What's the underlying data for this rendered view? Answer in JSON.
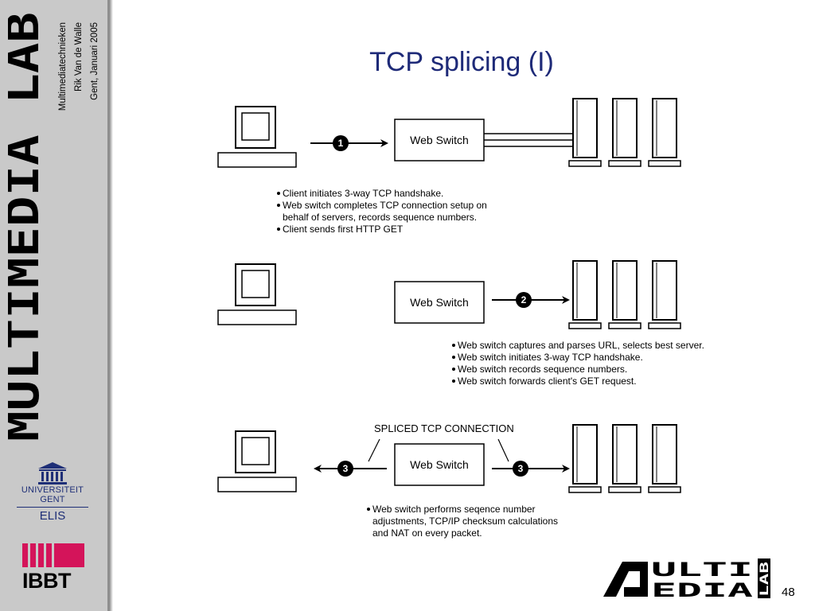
{
  "sidebar": {
    "vertical_logo_text": "MULTIMEDIA LAB",
    "course": "Multimediatechnieken",
    "author": "Rik Van de Walle",
    "date": "Gent, Januari 2005",
    "ugent_line1": "UNIVERSITEIT",
    "ugent_line2": "GENT",
    "elis": "ELIS",
    "ibbt": "IBBT",
    "ibbt_color": "#d4145a"
  },
  "slide": {
    "title": "TCP splicing (I)",
    "page_number": "48",
    "title_color": "#1e2a78"
  },
  "diagram": {
    "step1": {
      "switch_label": "Web Switch",
      "marker": "1",
      "bullets": [
        "Client initiates 3-way TCP handshake.",
        "Web switch completes TCP connection setup on",
        "behalf of servers, records sequence numbers.",
        "Client sends first HTTP GET"
      ]
    },
    "step2": {
      "switch_label": "Web Switch",
      "marker": "2",
      "bullets": [
        "Web switch captures and parses URL, selects best server.",
        "Web switch initiates 3-way TCP handshake.",
        "Web switch records sequence numbers.",
        "Web switch forwards client's GET request."
      ]
    },
    "step3": {
      "switch_label": "Web Switch",
      "marker": "3",
      "spliced_label": "SPLICED TCP CONNECTION",
      "bullets": [
        "Web switch performs seqence number",
        "adjustments, TCP/IP checksum calculations",
        "and NAT on every packet."
      ]
    }
  },
  "footer_logo": {
    "row1": "ULTI",
    "row2": "EDIA",
    "side": "LAB"
  }
}
